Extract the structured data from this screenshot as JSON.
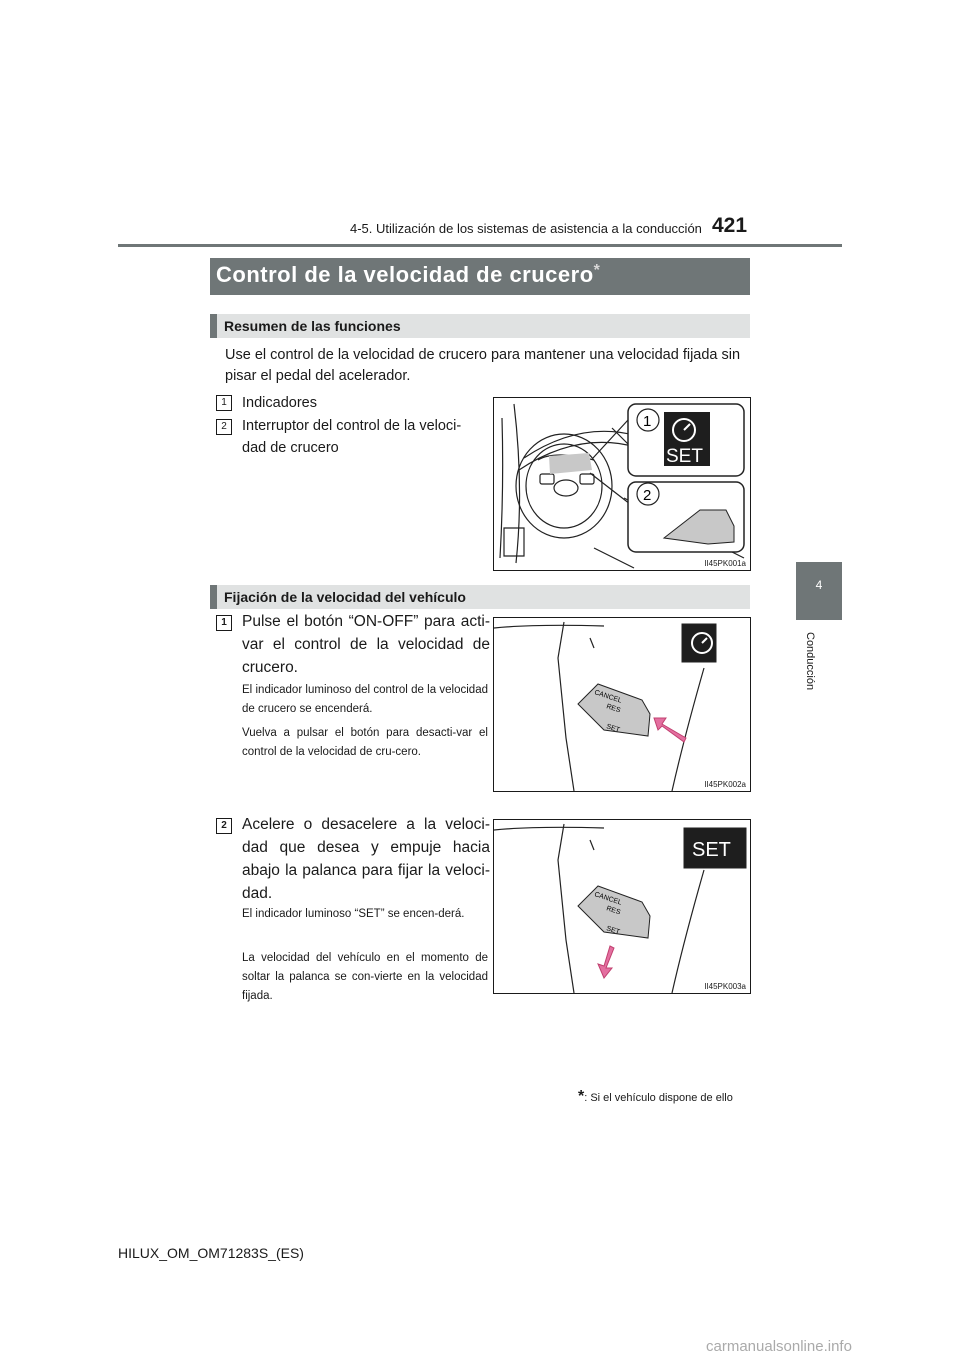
{
  "header": {
    "section": "4-5. Utilización de los sistemas de asistencia a la conducción",
    "page_number": "421"
  },
  "side_tab": {
    "number": "4",
    "label": "Conducción"
  },
  "title": {
    "text": "Control de la velocidad de crucero",
    "mark": "*"
  },
  "section1": {
    "heading": "Resumen de las funciones",
    "intro": "Use el control de la velocidad de crucero para mantener una velocidad fijada sin pisar el pedal del acelerador.",
    "items": [
      {
        "num": "1",
        "text": "Indicadores"
      },
      {
        "num": "2",
        "text": "Interruptor del control de la veloci-dad de crucero"
      }
    ],
    "figure_code": "II45PK001a",
    "callout1": "1",
    "callout2": "2",
    "indicator_text": "SET"
  },
  "section2": {
    "heading": "Fijación de la velocidad del vehículo",
    "steps": [
      {
        "num": "1",
        "text": "Pulse el botón “ON-OFF” para acti-var el control de la velocidad de crucero.",
        "notes": [
          "El indicador luminoso del control de la velocidad de crucero se encenderá.",
          "Vuelva a pulsar el botón para desacti-var el control de la velocidad de cru-cero."
        ],
        "figure_code": "II45PK002a"
      },
      {
        "num": "2",
        "text": "Acelere o desacelere a la veloci-dad que desea y empuje hacia abajo la palanca para fijar la veloci-dad.",
        "notes": [
          "El indicador luminoso “SET” se encen-derá.",
          "La velocidad del vehículo en el momento de soltar la palanca se con-vierte en la velocidad fijada."
        ],
        "figure_code": "II45PK003a",
        "indicator_text": "SET"
      }
    ]
  },
  "lever_labels": {
    "cancel": "CANCEL",
    "res": "RES",
    "set": "SET"
  },
  "footnote": {
    "mark": "*",
    "text": ": Si el vehículo dispone de ello"
  },
  "footer": {
    "code": "HILUX_OM_OM71283S_(ES)"
  },
  "watermark": "carmanualsonline.info"
}
